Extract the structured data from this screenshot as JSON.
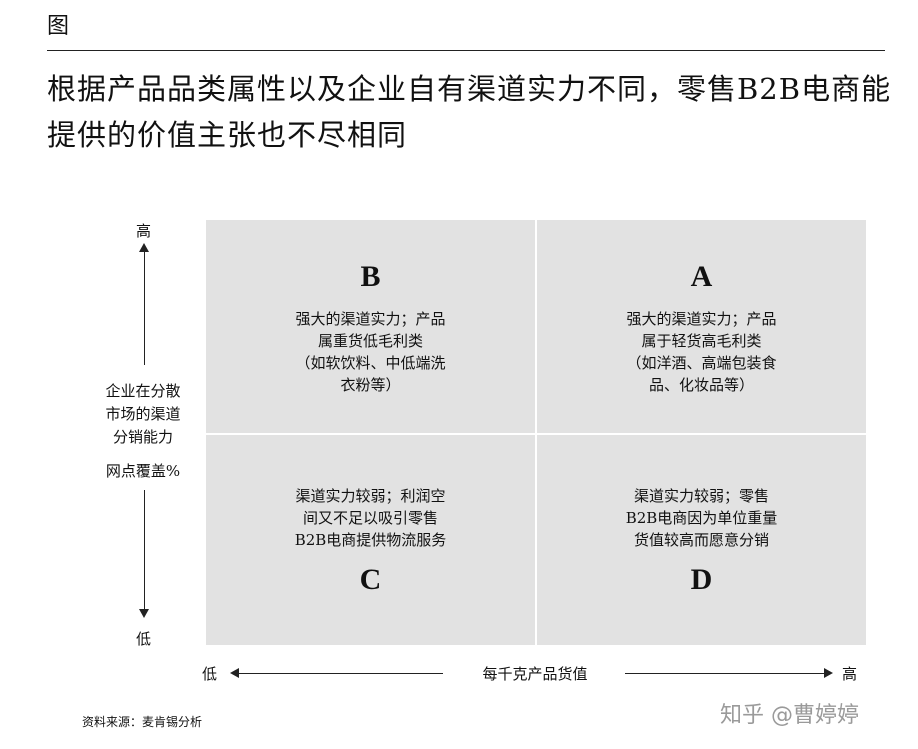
{
  "header": {
    "label": "图"
  },
  "title": "根据产品品类属性以及企业自有渠道实力不同，零售B2B电商能提供的价值主张也不尽相同",
  "y_axis": {
    "high": "高",
    "low": "低",
    "label": "企业在分散\n市场的渠道\n分销能力",
    "sublabel": "网点覆盖%"
  },
  "x_axis": {
    "low": "低",
    "high": "高",
    "label": "每千克产品货值"
  },
  "quadrants": {
    "b": {
      "letter": "B",
      "text": "强大的渠道实力；产品\n属重货低毛利类\n（如软饮料、中低端洗\n衣粉等）"
    },
    "a": {
      "letter": "A",
      "text": "强大的渠道实力；产品\n属于轻货高毛利类\n（如洋酒、高端包装食\n品、化妆品等）"
    },
    "c": {
      "letter": "C",
      "text": "渠道实力较弱；利润空\n间又不足以吸引零售\nB2B电商提供物流服务"
    },
    "d": {
      "letter": "D",
      "text": "渠道实力较弱；零售\nB2B电商因为单位重量\n货值较高而愿意分销"
    }
  },
  "source": "资料来源：麦肯锡分析",
  "watermark": "知乎 @曹婷婷"
}
